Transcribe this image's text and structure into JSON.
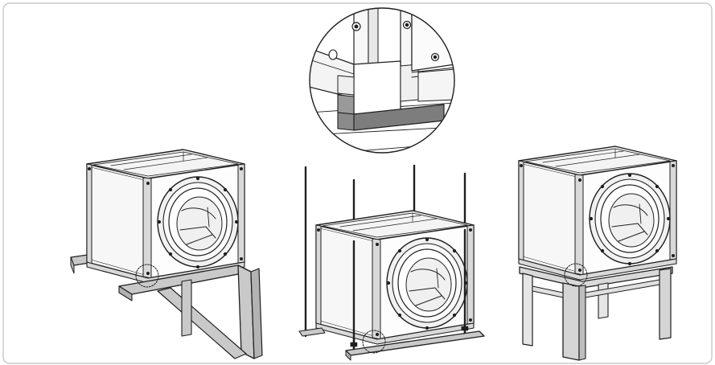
{
  "figure": {
    "panels": [
      {
        "id": "wall-bracket-mount",
        "figure": "fan-unit-on-wall-bracket"
      },
      {
        "id": "suspended-rod-mount",
        "figure": "fan-unit-on-threaded-rods"
      },
      {
        "id": "floor-stand-mount",
        "figure": "fan-unit-on-floor-stand"
      }
    ],
    "detail": {
      "figure": "corner-detail-magnified"
    },
    "colors": {
      "line": "#1f1f1f",
      "frame": "#d9d9d9",
      "panel": "#f7f7f7",
      "support": "#c9c9c9",
      "detail_dark": "#7d7d7d",
      "border": "#bfbfbf"
    }
  }
}
